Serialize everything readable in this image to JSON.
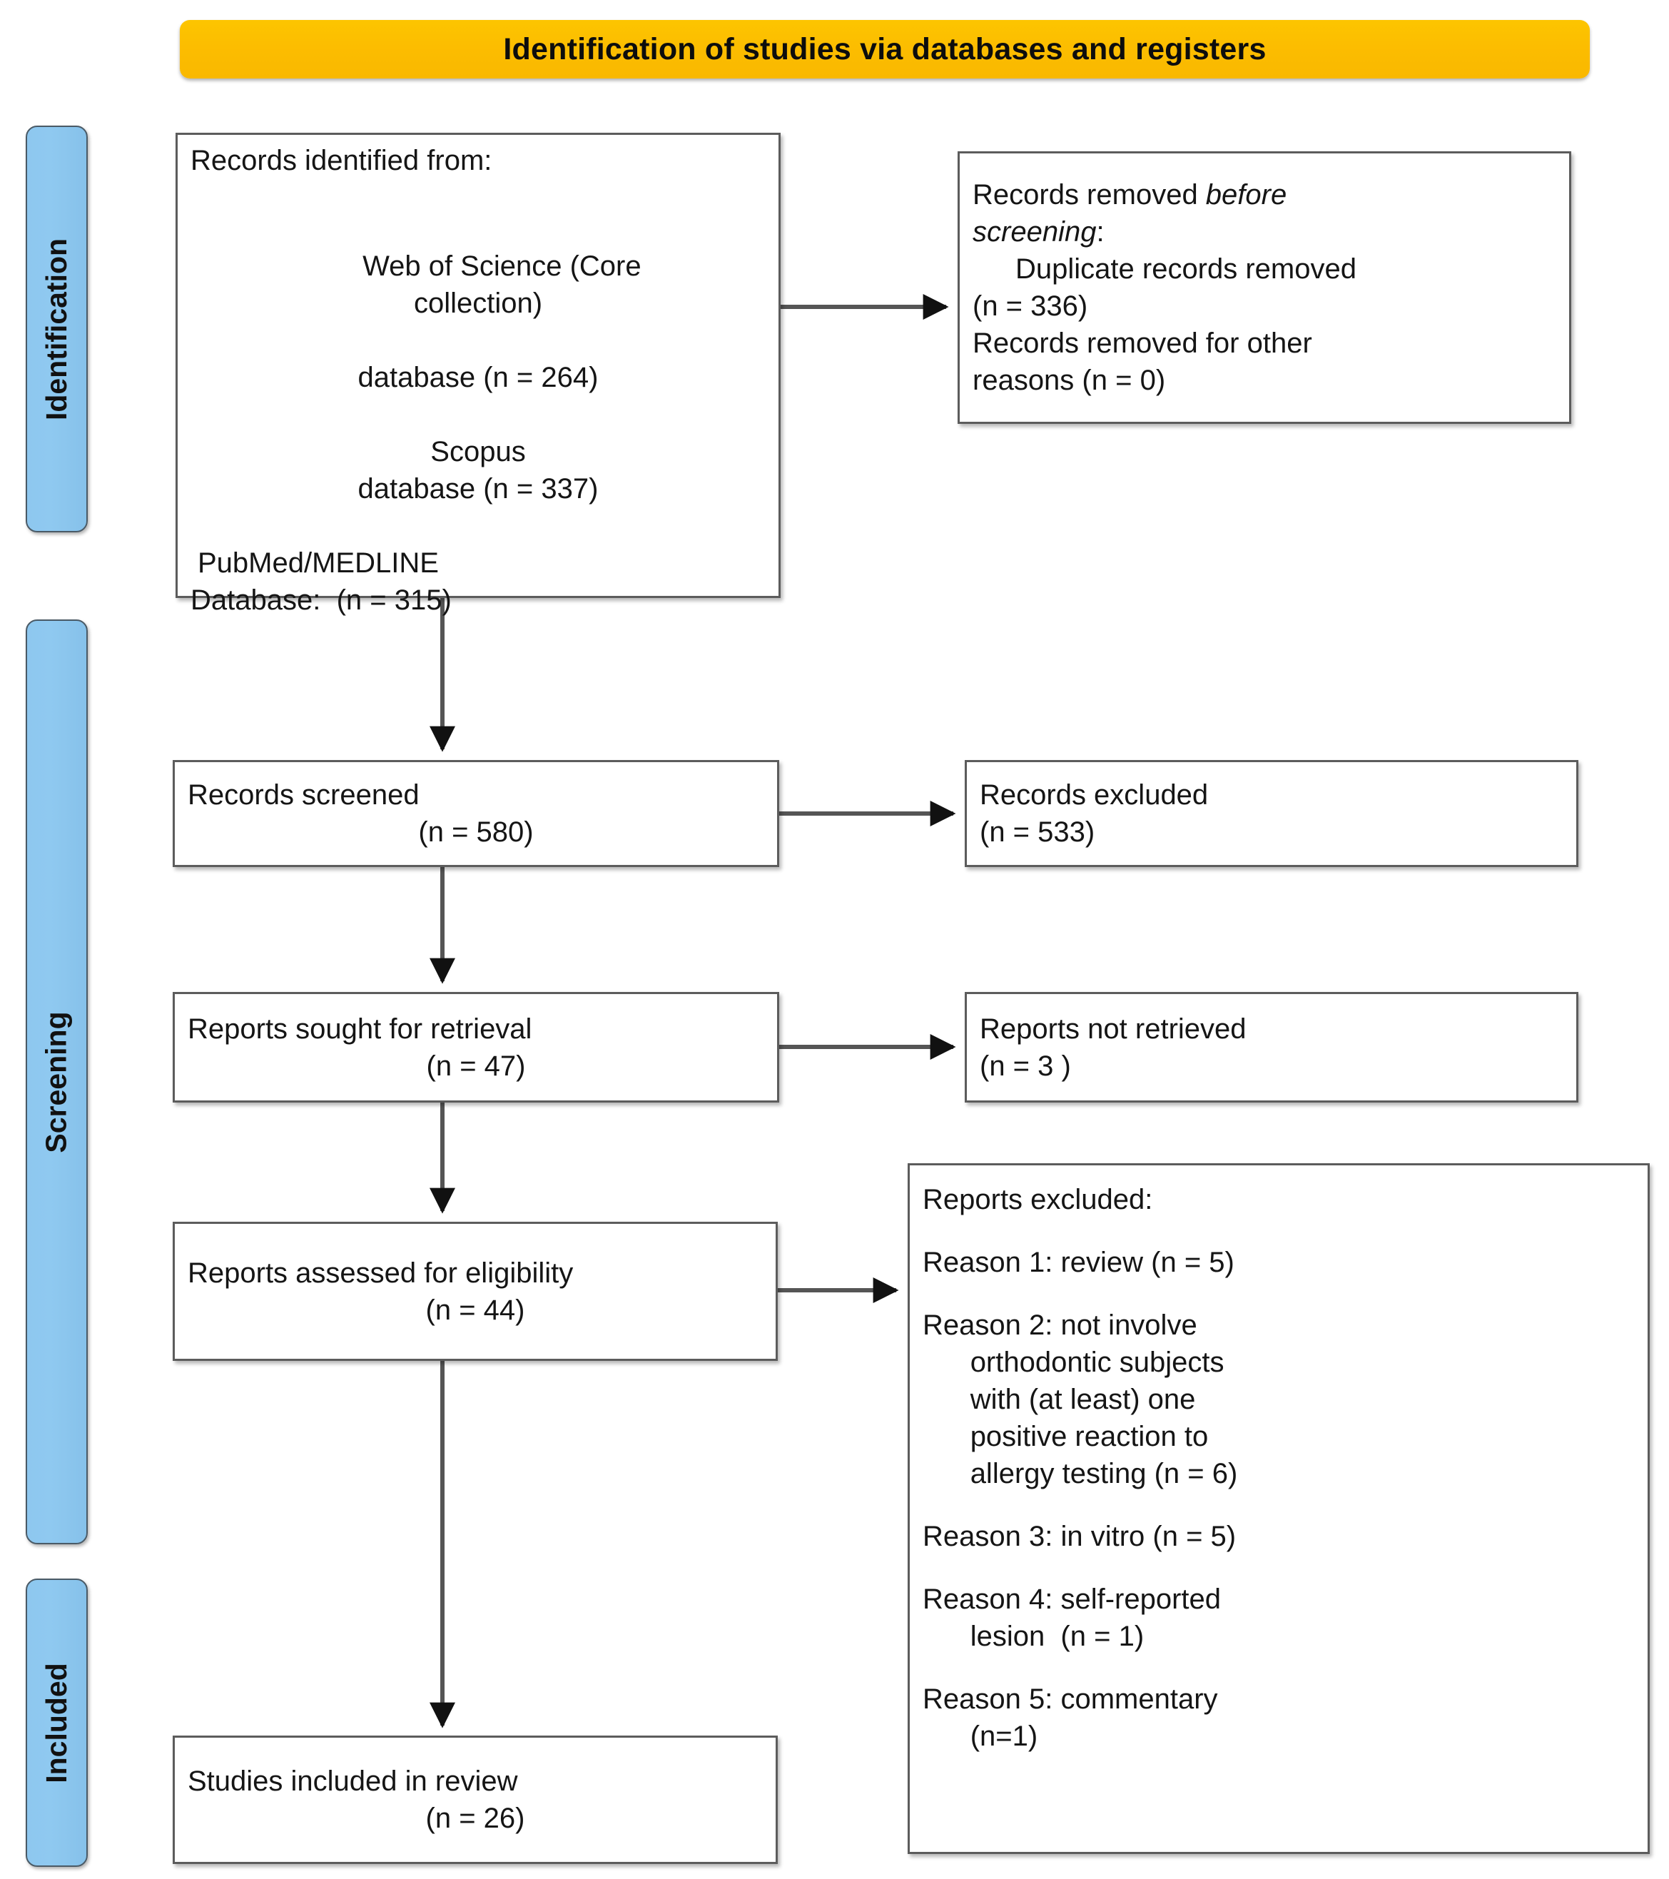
{
  "header": {
    "title": "Identification of studies via databases and registers",
    "color": "#fdbe00"
  },
  "stages": [
    {
      "id": "identification",
      "label": "Identification",
      "color": "#8ec7ef"
    },
    {
      "id": "screening",
      "label": "Screening",
      "color": "#8ec7ef"
    },
    {
      "id": "included",
      "label": "Included",
      "color": "#8ec7ef"
    }
  ],
  "boxes": {
    "records_identified": {
      "heading": "Records identified from:",
      "sources": [
        {
          "name": "Web of Science (Core\ncollection)",
          "line": "database (n = 264)",
          "n": 264
        },
        {
          "name": "Scopus",
          "line": "database (n = 337)",
          "n": 337
        },
        {
          "name": "PubMed/MEDLINE",
          "line": "Database:  (n = 315)",
          "n": 315
        }
      ],
      "full_text": "Records identified from:\n\n Web of Science (Core\n collection)\ndatabase (n = 264)\n\n Scopus\ndatabase (n = 337)\n\n PubMed/MEDLINE\nDatabase:  (n = 315)"
    },
    "records_removed": {
      "heading_part1": "Records removed ",
      "heading_italic1": "before",
      "heading_italic2": "screening",
      "heading_colon": ":",
      "item1_label": "Duplicate records removed",
      "item1_count": "(n = 336)",
      "item2_label": "Records removed for other",
      "item2_count": "reasons (n = 0)"
    },
    "records_screened": {
      "label": "Records screened",
      "count": "(n = 580)",
      "n": 580
    },
    "records_excluded": {
      "label": "Records excluded",
      "count": "(n = 533)",
      "n": 533
    },
    "reports_sought": {
      "label": "Reports sought for retrieval",
      "count": "(n = 47)",
      "n": 47
    },
    "reports_not_retrieved": {
      "label": "Reports not retrieved",
      "count": "(n = 3 )",
      "n": 3
    },
    "reports_assessed": {
      "label": "Reports assessed for eligibility",
      "count": "(n = 44)",
      "n": 44
    },
    "reports_excluded": {
      "heading": "Reports excluded:",
      "reasons": [
        {
          "text": "Reason 1: review (n = 5)",
          "n": 5
        },
        {
          "text": "Reason 2: not involve\n      orthodontic subjects\n      with (at least) one\n      positive reaction to\n      allergy testing (n = 6)",
          "n": 6
        },
        {
          "text": "Reason 3: in vitro (n = 5)",
          "n": 5
        },
        {
          "text": "Reason 4: self-reported\n      lesion  (n = 1)",
          "n": 1
        },
        {
          "text": "Reason 5: commentary\n      (n=1)",
          "n": 1
        }
      ]
    },
    "studies_included": {
      "label": "Studies included in review",
      "count": "(n = 26)",
      "n": 26
    }
  }
}
